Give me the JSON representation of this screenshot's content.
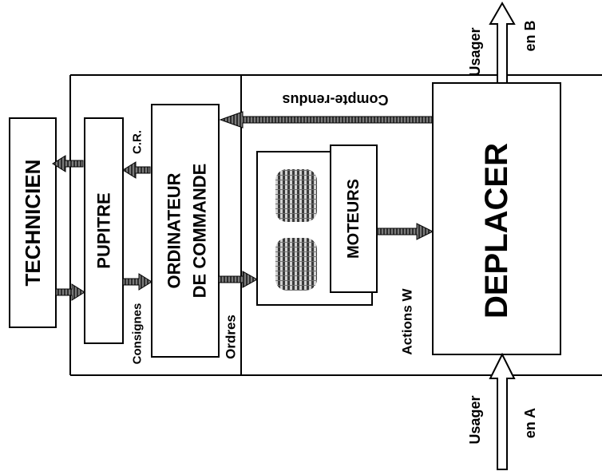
{
  "blocks": {
    "technicien": "TECHNICIEN",
    "pupitre": "PUPITRE",
    "ordinateur_line1": "ORDINATEUR",
    "ordinateur_line2": "DE COMMANDE",
    "moteurs": "MOTEURS",
    "deplacer": "DEPLACER"
  },
  "labels": {
    "cr": "C.R.",
    "consignes": "Consignes",
    "ordres": "Ordres",
    "actions": "Actions W",
    "compte_rendus": "Compte-rendus",
    "usager_b_line1": "Usager",
    "usager_b_line2": "en B",
    "usager_a_line1": "Usager",
    "usager_a_line2": "en A"
  }
}
